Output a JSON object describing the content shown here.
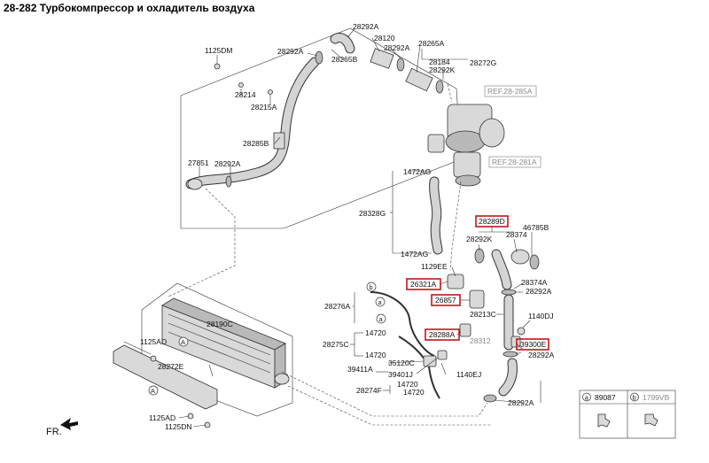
{
  "title": "28-282 Турбокомпрессор и охладитель воздуха",
  "labels": {
    "l1125DM": "1125DM",
    "l28292A_a": "28292A",
    "l28292A_b": "28292A",
    "l28120": "28120",
    "l28292A_c": "28292A",
    "l28265A": "28265A",
    "l28265B": "28265B",
    "l28184": "28184",
    "l28292K_a": "28292K",
    "l28272G": "28272G",
    "l28214": "28214",
    "l28215A": "28215A",
    "l28285B": "28285B",
    "l27851": "27851",
    "l28292A_d": "28292A",
    "l1472AG_a": "1472AG",
    "l28328G": "28328G",
    "l1472AG_b": "1472AG",
    "l28289D": "28289D",
    "l46785B": "46785B",
    "l28292K_b": "28292K",
    "l28374": "28374",
    "l1129EE": "1129EE",
    "l28374A": "28374A",
    "l28292A_e": "28292A",
    "l26321A": "26321A",
    "l26857": "26857",
    "l28276A": "28276A",
    "l28213C": "28213C",
    "l1140DJ": "1140DJ",
    "l28190C": "28190C",
    "l28288A": "28288A",
    "l28312": "28312",
    "l39300E": "39300E",
    "l28292A_f": "28292A",
    "l1125AD_a": "1125AD",
    "l14720_a": "14720",
    "l28275C": "28275C",
    "l14720_b": "14720",
    "l28272E": "28272E",
    "l35120C": "35120C",
    "l39411A": "39411A",
    "l39401J": "39401J",
    "l1140EJ": "1140EJ",
    "l14720_c": "14720",
    "l28274F": "28274F",
    "l14720_d": "14720",
    "l28292A_g": "28292A",
    "l1125AD_b": "1125AD",
    "l1125DN": "1125DN",
    "ref1": "REF.28-285A",
    "ref2": "REF.28-281A"
  },
  "callouts": {
    "a": "a",
    "b": "b",
    "A": "A"
  },
  "legend": {
    "a_letter": "a",
    "a_code": "89087",
    "b_letter": "b",
    "b_code": "1799VB"
  },
  "direction": "FR."
}
